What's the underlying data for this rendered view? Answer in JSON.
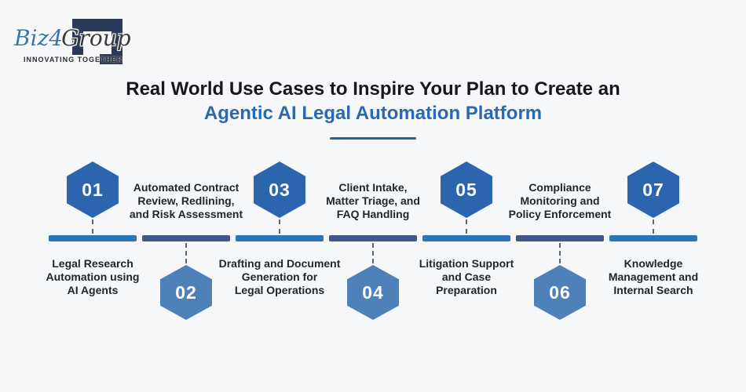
{
  "logo": {
    "brand_blue": "Biz",
    "brand_digit": "4",
    "brand_dark": "Group",
    "tagline": "INNOVATING TOGETHER"
  },
  "title": {
    "line1": "Real World Use Cases to Inspire Your Plan to Create an",
    "line2": "Agentic AI Legal Automation Platform"
  },
  "colors": {
    "background": "#f5f7f9",
    "title_accent_blue": "#2a69b2",
    "hexagon_dark_blue": "#2a65ad",
    "hexagon_light_blue": "#4e81ba",
    "bar_blue": "#2e74b5",
    "bar_navy": "#42568b",
    "logo_navy": "#2b3a58"
  },
  "timeline": {
    "items": [
      {
        "number": "01",
        "label": "Legal Research\nAutomation using\nAI Agents"
      },
      {
        "number": "02",
        "label": "Automated Contract\nReview, Redlining,\nand Risk Assessment"
      },
      {
        "number": "03",
        "label": "Drafting and Document\nGeneration for\nLegal Operations"
      },
      {
        "number": "04",
        "label": "Client Intake,\nMatter Triage, and\nFAQ Handling"
      },
      {
        "number": "05",
        "label": "Litigation Support\nand Case\nPreparation"
      },
      {
        "number": "06",
        "label": "Compliance\nMonitoring and\nPolicy Enforcement"
      },
      {
        "number": "07",
        "label": "Knowledge\nManagement and\nInternal Search"
      }
    ]
  }
}
